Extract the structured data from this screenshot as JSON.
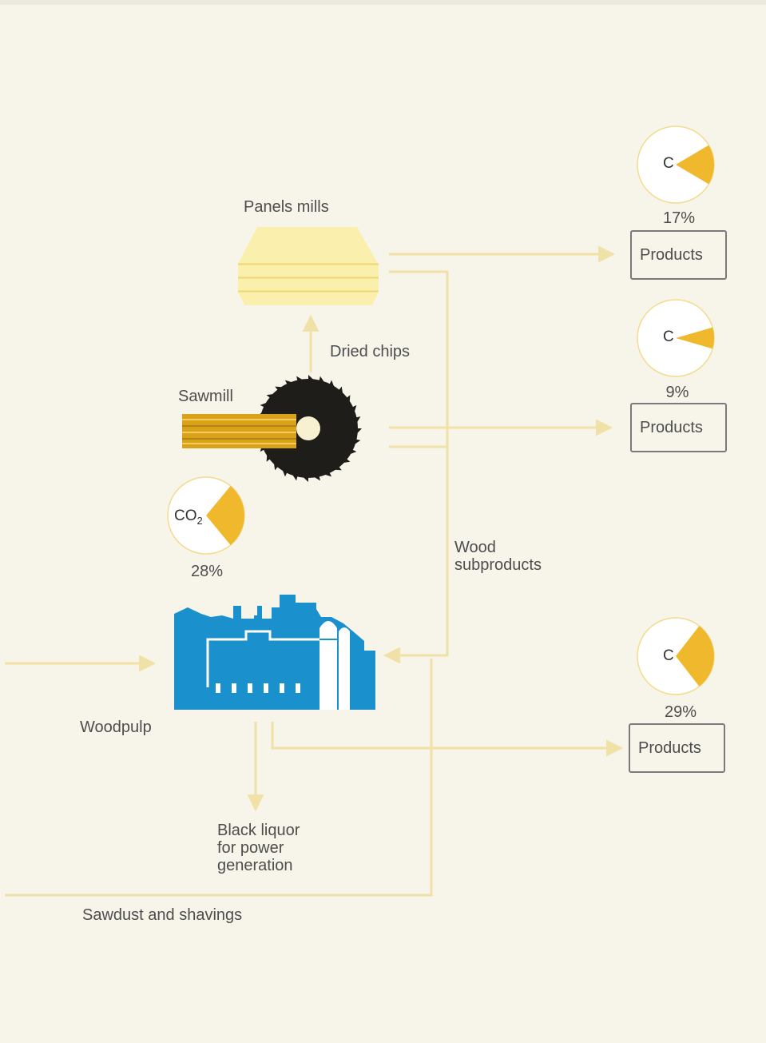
{
  "labels": {
    "panels_mills": "Panels mills",
    "dried_chips": "Dried chips",
    "sawmill": "Sawmill",
    "wood_subproducts": "Wood\nsubproducts",
    "woodpulp": "Woodpulp",
    "black_liquor": "Black liquor\nfor power\ngeneration",
    "sawdust": "Sawdust and shavings"
  },
  "pies": [
    {
      "letter": "C",
      "percent_label": "17%",
      "fraction": 0.17
    },
    {
      "letter": "C",
      "percent_label": "9%",
      "fraction": 0.09
    },
    {
      "letter": "CO",
      "subscript": "2",
      "percent_label": "28%",
      "fraction": 0.28
    },
    {
      "letter": "C",
      "percent_label": "29%",
      "fraction": 0.29
    }
  ],
  "products": [
    {
      "label": "Products"
    },
    {
      "label": "Products"
    },
    {
      "label": "Products"
    }
  ],
  "colors": {
    "background": "#f7f4ea",
    "flow_line": "#f0e1a6",
    "pie_slice": "#f0b92d",
    "factory": "#1a90cc",
    "saw_blade": "#1f1d1a",
    "wood": "#d9a21a",
    "panels": "#fbefad"
  }
}
